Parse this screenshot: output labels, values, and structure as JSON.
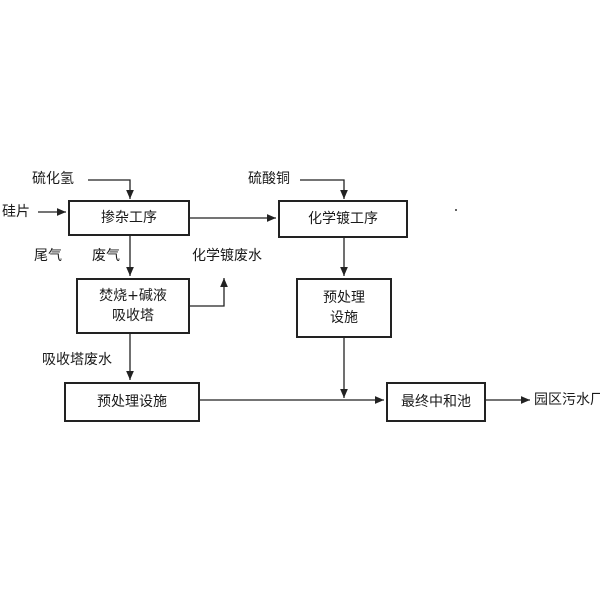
{
  "diagram": {
    "inputs": {
      "hydrogen_sulfide": "硫化氢",
      "silicon_wafer": "硅片",
      "copper_sulfate": "硫酸铜"
    },
    "boxes": {
      "doping": "掺杂工序",
      "plating": "化学镀工序",
      "incinerate_line1": "焚烧+碱液",
      "incinerate_line2": "吸收塔",
      "pretreat_right_line1": "预处理",
      "pretreat_right_line2": "设施",
      "pretreat_bottom": "预处理设施",
      "neutralization": "最终中和池"
    },
    "flow_labels": {
      "tail_gas": "尾气",
      "waste_gas": "废气",
      "plating_wastewater": "化学镀废水",
      "absorber_wastewater": "吸收塔废水",
      "park_sewage": "园区污水厂"
    },
    "colors": {
      "line": "#222222",
      "background": "#ffffff"
    }
  }
}
